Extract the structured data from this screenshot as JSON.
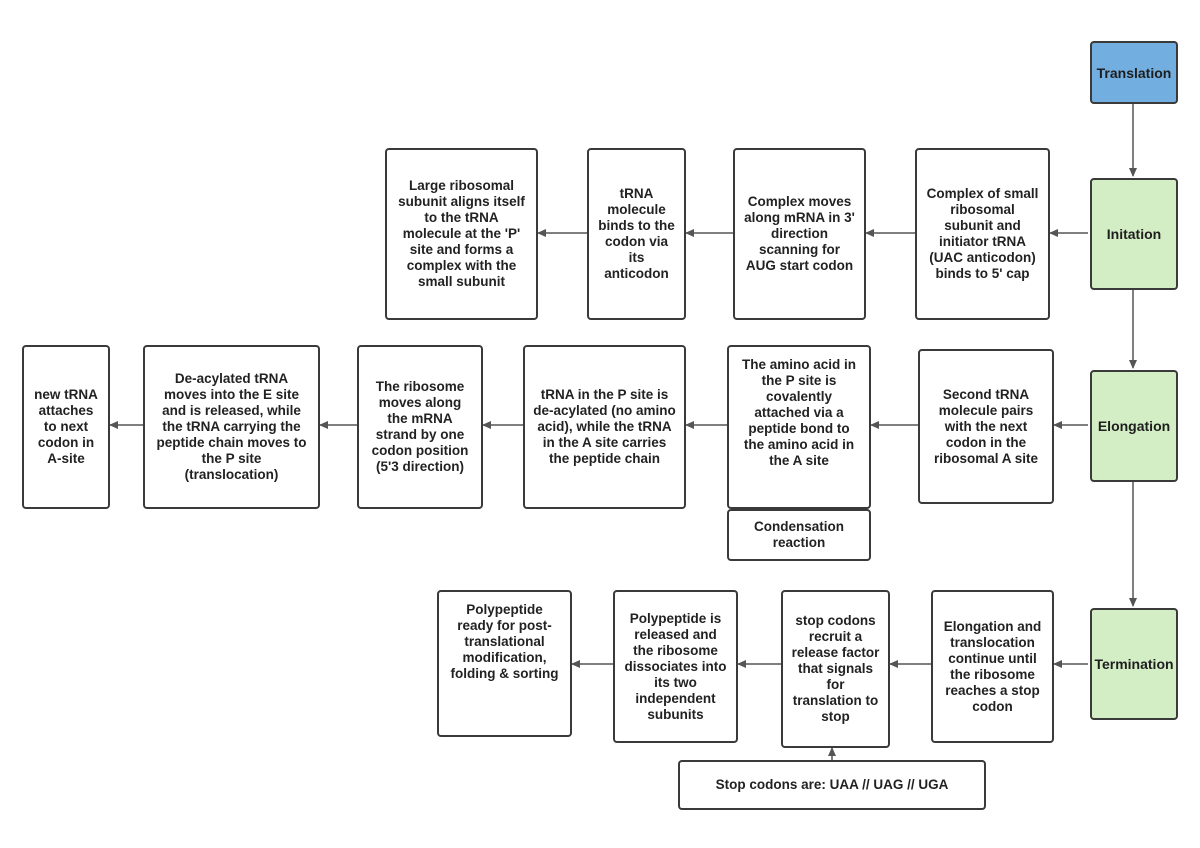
{
  "diagram": {
    "stages": {
      "translation": "Translation",
      "initiation": "Initation",
      "elongation": "Elongation",
      "termination": "Termination"
    },
    "colors": {
      "translation_fill": "#72aee0",
      "stage_fill": "#d3eec5",
      "border": "#3a3a3a",
      "arrow": "#555555"
    },
    "initiation_steps": [
      "Complex of small ribosomal subunit and initiator tRNA (UAC anticodon) binds to 5' cap",
      "Complex moves along mRNA in 3' direction scanning for AUG start codon",
      "tRNA molecule binds to the codon via its anticodon",
      "Large ribosomal subunit aligns itself to the tRNA molecule at the 'P' site and forms a complex with the small subunit"
    ],
    "elongation_steps": [
      "Second tRNA molecule pairs with the next codon in the ribosomal A site",
      "The amino acid in the P site is covalently attached via a peptide bond to the amino acid in the A site",
      "tRNA in the P site is de-acylated (no amino acid), while the tRNA in the A site carries the peptide chain",
      "The ribosome moves along the mRNA strand by one codon position (5'3 direction)",
      "De-acylated tRNA moves into the E site and is released, while the tRNA carrying the peptide chain moves to the P site (translocation)",
      "new tRNA attaches to next codon in A-site"
    ],
    "elongation_note": "Condensation reaction",
    "termination_steps": [
      "Elongation and translocation continue until the ribosome reaches a stop codon",
      "stop codons recruit a release factor that signals for translation to stop",
      "Polypeptide is released and the ribosome dissociates into its two independent subunits",
      "Polypeptide ready for post-translational modification, folding & sorting"
    ],
    "termination_note": "Stop codons are: UAA // UAG // UGA"
  }
}
